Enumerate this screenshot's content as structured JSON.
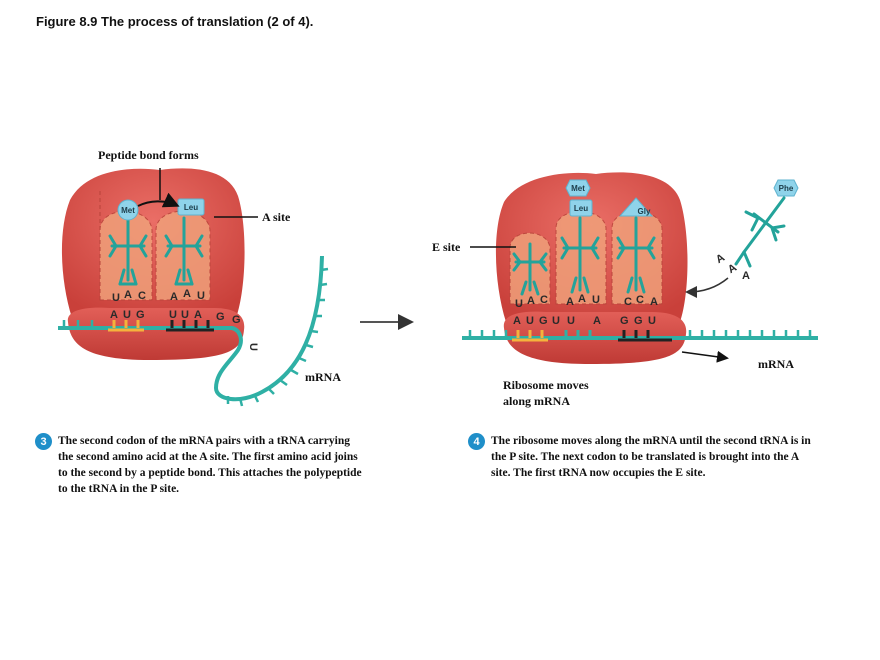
{
  "figure": {
    "title": "Figure 8.9  The process of translation (2 of 4)."
  },
  "panel_left": {
    "peptide_label": "Peptide bond forms",
    "a_site_label": "A site",
    "mrna_label": "mRNA",
    "amino_acids": [
      "Met",
      "Leu"
    ],
    "anticodons": [
      [
        "U",
        "A",
        "C"
      ],
      [
        "A",
        "A",
        "U"
      ]
    ],
    "codons": [
      "A",
      "U",
      "G",
      "U",
      "U",
      "A",
      "G"
    ],
    "tail_bases": [
      "G",
      "U"
    ]
  },
  "panel_right": {
    "e_site_label": "E site",
    "mrna_label": "mRNA",
    "ribosome_label_line1": "Ribosome moves",
    "ribosome_label_line2": "along mRNA",
    "amino_acids": [
      "Met",
      "Leu",
      "Gly",
      "Phe"
    ],
    "anticodons": [
      [
        "U",
        "A",
        "C"
      ],
      [
        "A",
        "A",
        "U"
      ],
      [
        "C",
        "C",
        "A"
      ]
    ],
    "codons": [
      "A",
      "U",
      "G",
      "U",
      "U",
      "A",
      "G",
      "G",
      "U"
    ],
    "free_trna_bases": [
      "A",
      "A",
      "A"
    ]
  },
  "steps": [
    {
      "number": "3",
      "text": "The second codon of the mRNA pairs with a tRNA carrying the second amino acid at the A site. The first amino acid joins to the second by a peptide bond. This attaches the polypeptide to the tRNA in the P site."
    },
    {
      "number": "4",
      "text": "The ribosome moves along the mRNA until the second tRNA is in the P site. The next codon to be translated is brought into the A site. The first tRNA now occupies the E site."
    }
  ],
  "colors": {
    "ribosome": "#e0554f",
    "ribosome_dark": "#c23b36",
    "site": "#f3a47e",
    "trna": "#23a39a",
    "mrna": "#2fb0a5",
    "amino_acid": "#8fd3ea",
    "step_badge": "#1f8fc9"
  }
}
